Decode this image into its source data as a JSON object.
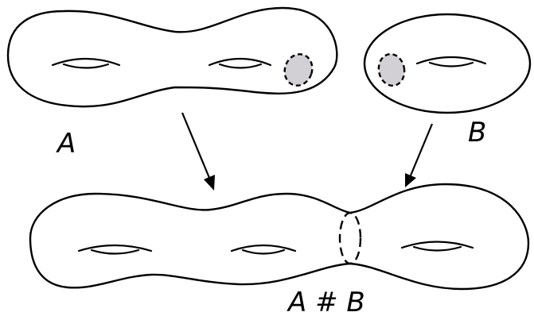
{
  "labels": {
    "surface_a": "A",
    "surface_b": "B",
    "connected_sum": "A # B"
  },
  "colors": {
    "stroke": "#000000",
    "background": "#ffffff",
    "removed_disk_fill": "#d3d0d5"
  }
}
